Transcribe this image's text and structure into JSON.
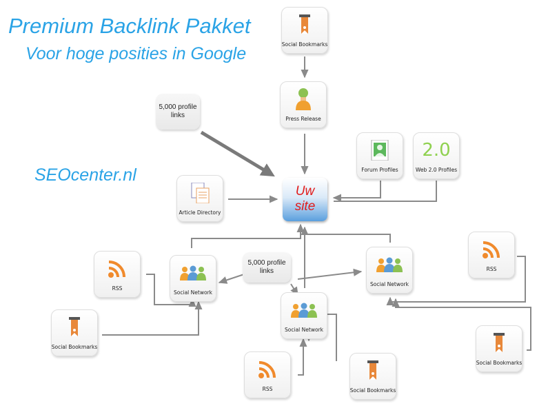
{
  "header": {
    "title": "Premium Backlink Pakket",
    "subtitle": "Voor hoge posities in Google",
    "brand": "SEOcenter.nl"
  },
  "center": {
    "label_line1": "Uw",
    "label_line2": "site"
  },
  "bubbles": {
    "top_left": {
      "line1": "5,000 profile",
      "line2": "links"
    },
    "middle": {
      "line1": "5,000 profile",
      "line2": "links"
    }
  },
  "nodes": {
    "social_bookmarks_top": {
      "label": "Social Bookmarks",
      "icon": "bookmark-icon"
    },
    "press_release": {
      "label": "Press Release",
      "icon": "person-icon"
    },
    "forum_profiles": {
      "label": "Forum Profiles",
      "icon": "document-icon"
    },
    "web20_profiles": {
      "label": "Web 2.0 Profiles",
      "icon": "web20-icon",
      "icon_text": "2.0"
    },
    "article_directory": {
      "label": "Article Directory",
      "icon": "articles-icon"
    },
    "rss_left": {
      "label": "RSS",
      "icon": "rss-icon"
    },
    "social_network_left": {
      "label": "Social Network",
      "icon": "people-icon"
    },
    "social_network_right": {
      "label": "Social Network",
      "icon": "people-icon"
    },
    "rss_right": {
      "label": "RSS",
      "icon": "rss-icon"
    },
    "social_network_center": {
      "label": "Social Network",
      "icon": "people-icon"
    },
    "social_bookmarks_left": {
      "label": "Social Bookmarks",
      "icon": "bookmark-icon"
    },
    "social_bookmarks_right": {
      "label": "Social Bookmarks",
      "icon": "bookmark-icon"
    },
    "rss_bottom": {
      "label": "RSS",
      "icon": "rss-icon"
    },
    "social_bookmarks_bottom": {
      "label": "Social Bookmarks",
      "icon": "bookmark-icon"
    }
  },
  "colors": {
    "title": "#2aa3e6",
    "site_text": "#e11b1b",
    "connector": "#8a8a8a",
    "rss": "#f08a2c",
    "bookmark": "#e8883a"
  }
}
